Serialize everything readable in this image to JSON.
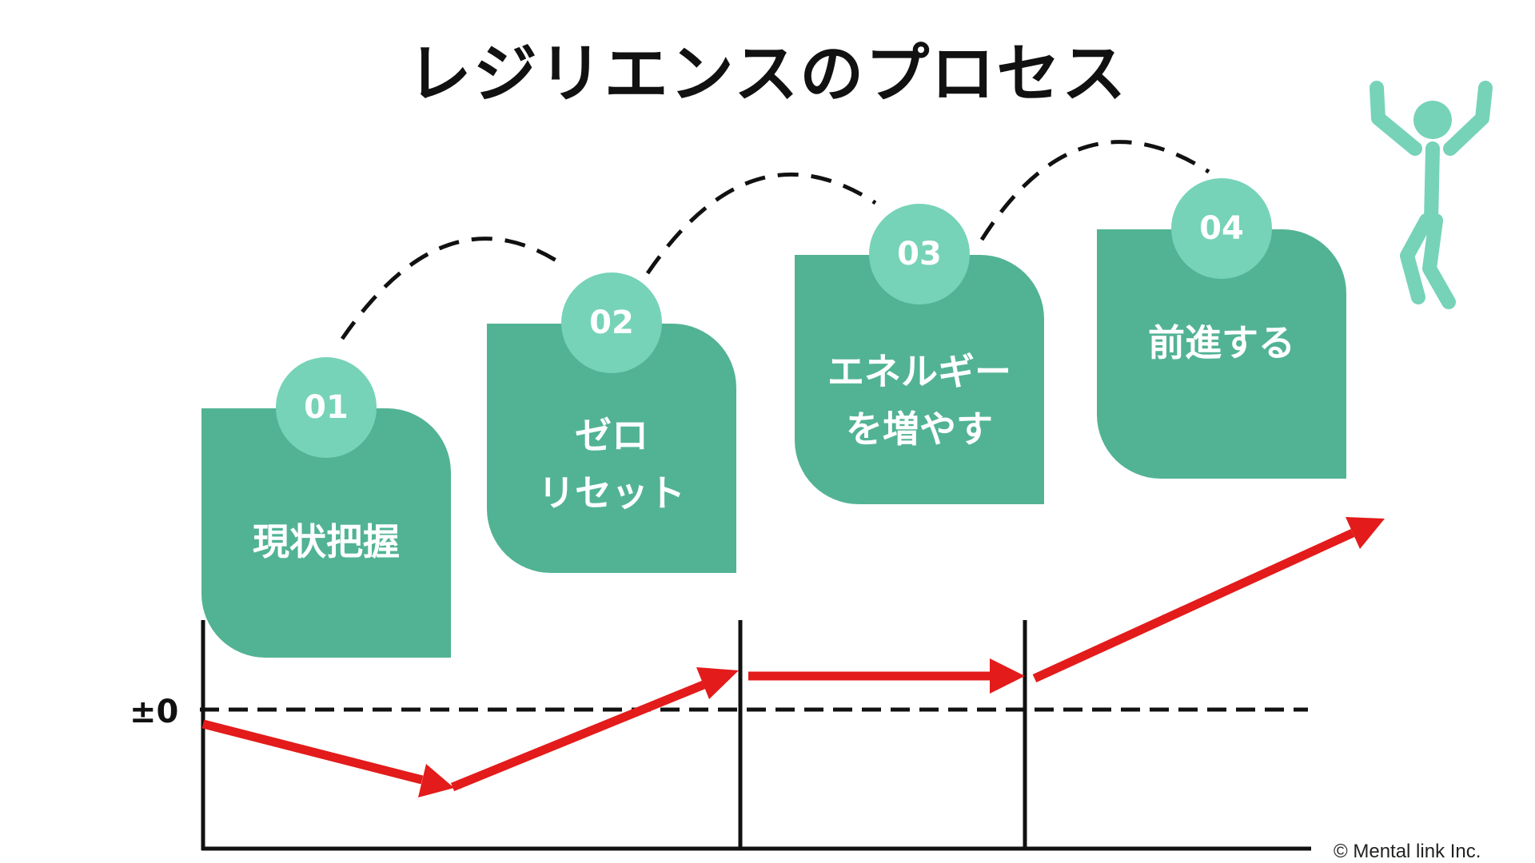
{
  "title": "レジリエンスのプロセス",
  "baseline_label": "±0",
  "steps": [
    {
      "number": "01",
      "label": "現状把握"
    },
    {
      "number": "02",
      "label_line1": "ゼロ",
      "label_line2": "リセット"
    },
    {
      "number": "03",
      "label_line1": "エネルギー",
      "label_line2": "を増やす"
    },
    {
      "number": "04",
      "label": "前進する"
    }
  ],
  "copyright": "© Mental link Inc.",
  "colors": {
    "card": "#52b394",
    "badge": "#76d3b7",
    "figure": "#76d3b7",
    "arrow": "#e31b1b",
    "line": "#111111"
  },
  "icons": {
    "figure": "person-cheering-icon"
  }
}
